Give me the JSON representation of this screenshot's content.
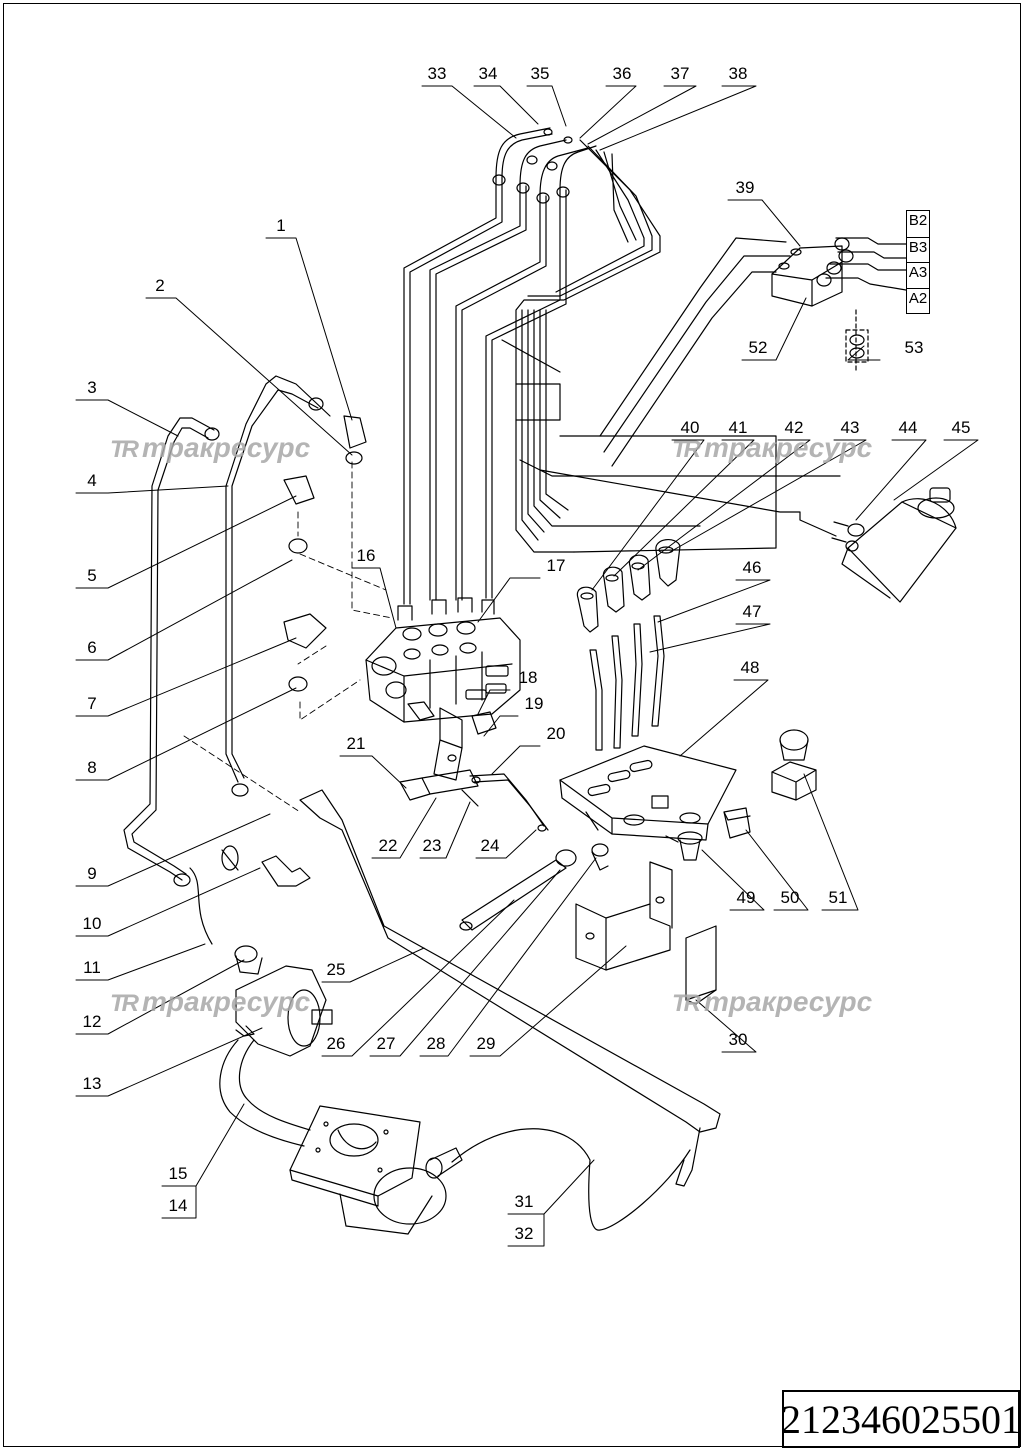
{
  "drawing_number": "212346025501",
  "watermark_text": "тракресурс",
  "watermark_logo": "TR",
  "callouts": [
    "1",
    "2",
    "3",
    "4",
    "5",
    "6",
    "7",
    "8",
    "9",
    "10",
    "11",
    "12",
    "13",
    "15",
    "14",
    "16",
    "17",
    "18",
    "19",
    "20",
    "21",
    "22",
    "23",
    "24",
    "25",
    "26",
    "27",
    "28",
    "29",
    "30",
    "31",
    "32",
    "33",
    "34",
    "35",
    "36",
    "37",
    "38",
    "39",
    "40",
    "41",
    "42",
    "43",
    "44",
    "45",
    "46",
    "47",
    "48",
    "49",
    "50",
    "51",
    "52",
    "53"
  ],
  "port_labels": [
    "B2",
    "B3",
    "A3",
    "A2"
  ],
  "colors": {
    "line": "#000000",
    "watermark": "#a8a8a8",
    "background": "#ffffff"
  }
}
